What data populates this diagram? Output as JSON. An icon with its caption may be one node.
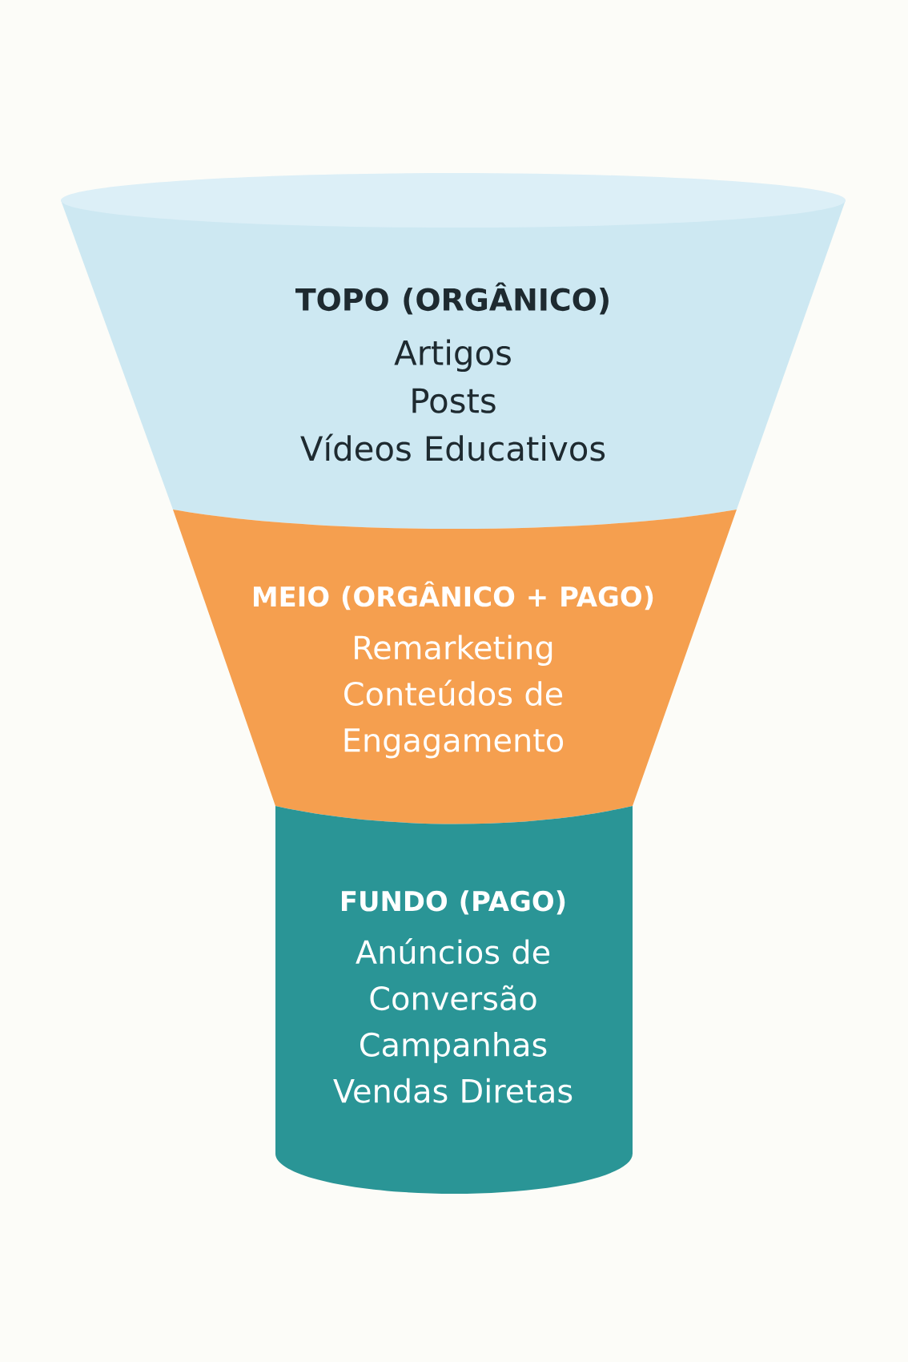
{
  "diagram": {
    "nodes": [
      {
        "text": [
          "TOPO (ORGÂNICO)",
          "Artigos",
          "Posts",
          "Vídeos Educativos"
        ]
      },
      {
        "text": [
          "MEIO (ORGÂNICO + PAGO)",
          "Remarketing",
          "Conteúdos de Engagamento"
        ]
      },
      {
        "text": [
          "FUNDO (PAGO)",
          "Anúncios de Conversão",
          "Campanhas",
          "Vendas Diretas"
        ]
      }
    ]
  }
}
